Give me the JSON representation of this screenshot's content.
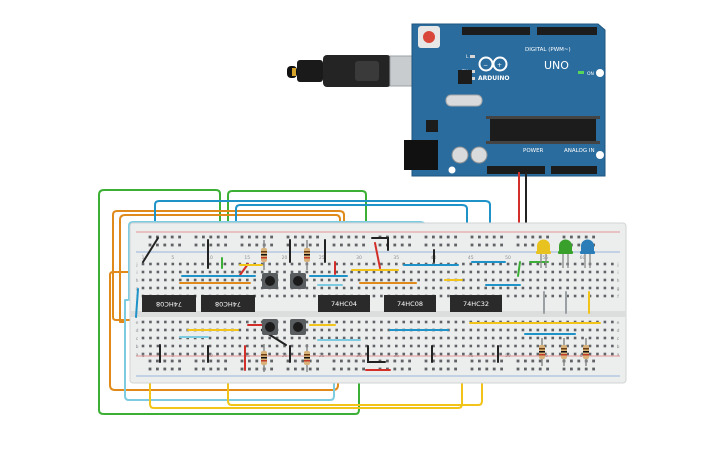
{
  "arduino": {
    "brand": "ARDUINO",
    "model": "UNO",
    "digital_label": "DIGITAL (PWM~)",
    "power_label": "POWER",
    "analog_label": "ANALOG IN",
    "on_label": "ON",
    "l_label": "L",
    "tx_label": "TX",
    "rx_label": "RX",
    "board_color": "#2b6c9e"
  },
  "chips": [
    {
      "id": "u1",
      "label": "74HC08",
      "flipped": true
    },
    {
      "id": "u2",
      "label": "74HC08",
      "flipped": true
    },
    {
      "id": "u3",
      "label": "74HC04",
      "flipped": false
    },
    {
      "id": "u4",
      "label": "74HC08",
      "flipped": false
    },
    {
      "id": "u5",
      "label": "74HC32",
      "flipped": false
    }
  ],
  "leds": [
    {
      "id": "led-yellow",
      "color": "#e8c21f"
    },
    {
      "id": "led-green",
      "color": "#3aa02c"
    },
    {
      "id": "led-blue",
      "color": "#2a7db7"
    }
  ],
  "breadboard": {
    "column_numbers": [
      "1",
      "5",
      "10",
      "15",
      "20",
      "25",
      "30",
      "35",
      "40",
      "45",
      "50",
      "55",
      "60"
    ],
    "row_letters_top": [
      "j",
      "i",
      "h",
      "g",
      "f"
    ],
    "row_letters_bottom": [
      "e",
      "d",
      "c",
      "b",
      "a"
    ]
  },
  "wire_colors": {
    "green": "#3cb035",
    "orange": "#e08a1c",
    "blue": "#1f93c8",
    "light_blue": "#7ccbe0",
    "yellow": "#f2c318",
    "red": "#d22f2a",
    "black": "#222222",
    "gray": "#9aa0a4"
  }
}
